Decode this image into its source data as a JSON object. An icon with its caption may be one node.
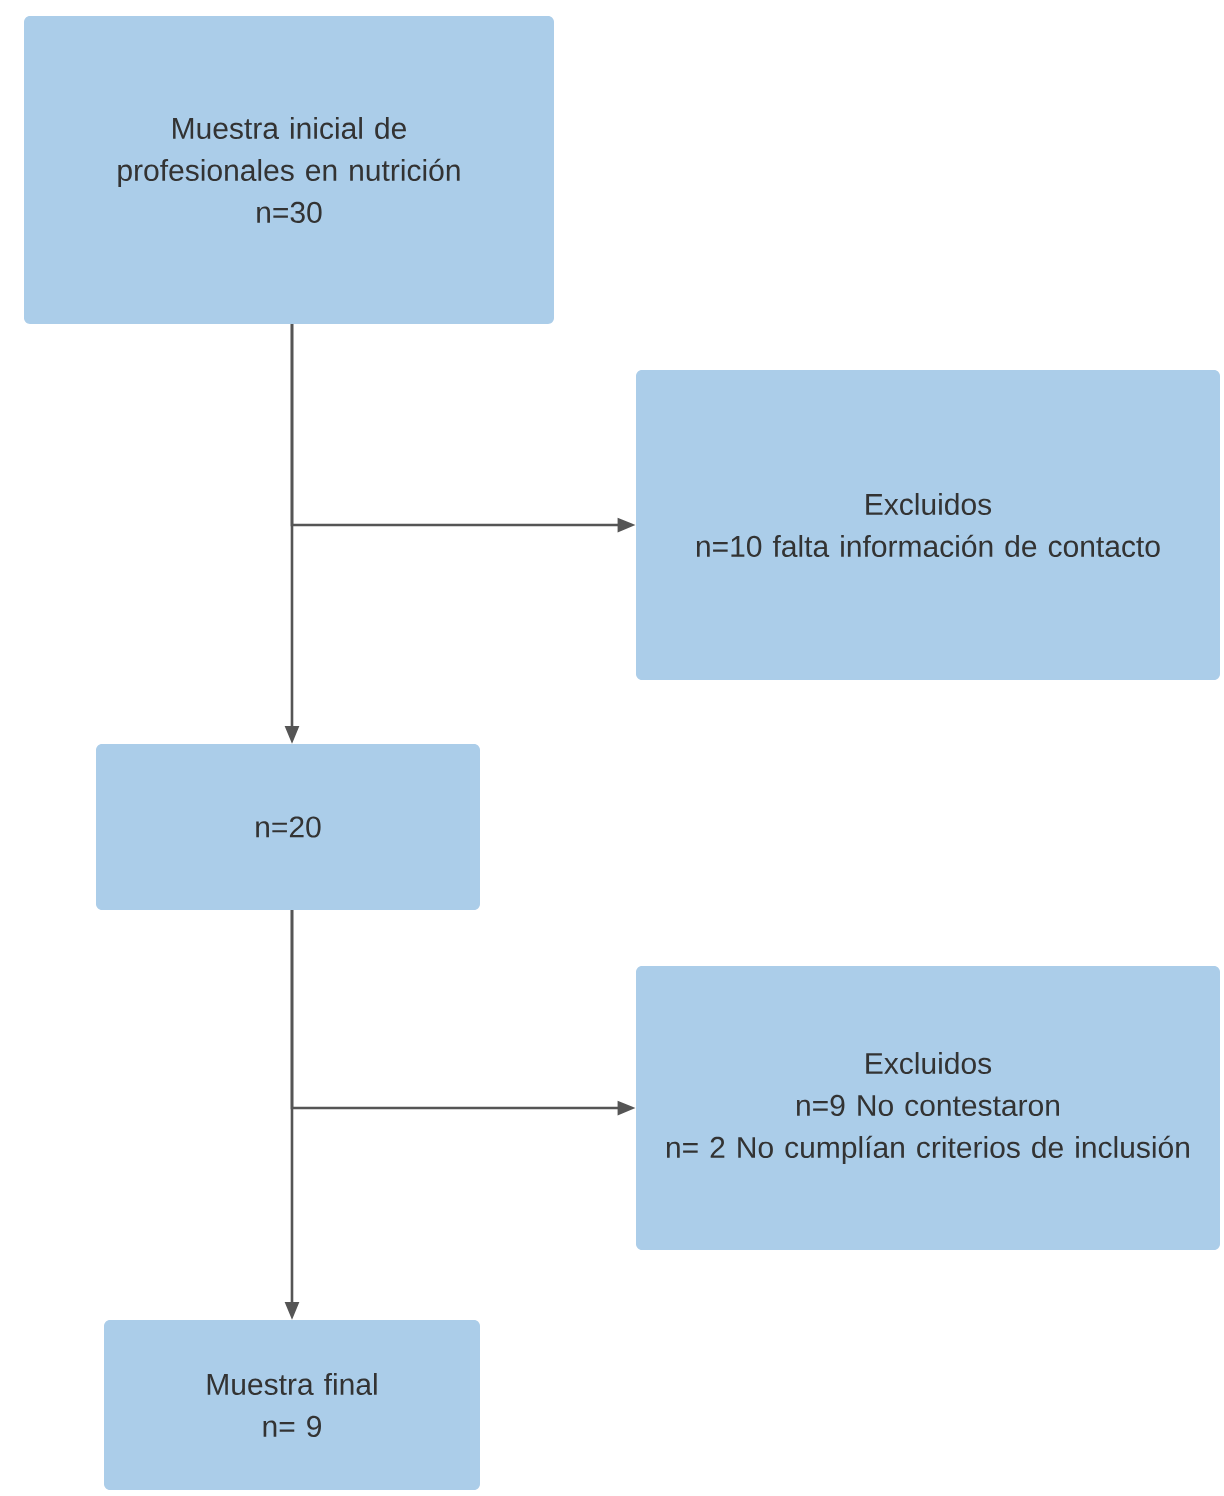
{
  "diagram": {
    "nodes": [
      {
        "text": [
          "Muestra inicial de profesionales en nutrición",
          "n=30"
        ]
      },
      {
        "text": [
          "Excluidos",
          "n=10 falta información de contacto"
        ]
      },
      {
        "text": [
          "n=20"
        ]
      },
      {
        "text": [
          "Excluidos",
          "n=9 No contestaron",
          "n= 2 No cumplían criterios de inclusión"
        ]
      },
      {
        "text": [
          "Muestra final",
          "n= 9"
        ]
      }
    ],
    "edges": [
      {
        "from": 0,
        "to": 2,
        "arrow": "to"
      },
      {
        "from": 0,
        "to": 1,
        "arrow": "to"
      },
      {
        "from": 2,
        "to": 4,
        "arrow": "to"
      },
      {
        "from": 2,
        "to": 3,
        "arrow": "to"
      }
    ]
  }
}
